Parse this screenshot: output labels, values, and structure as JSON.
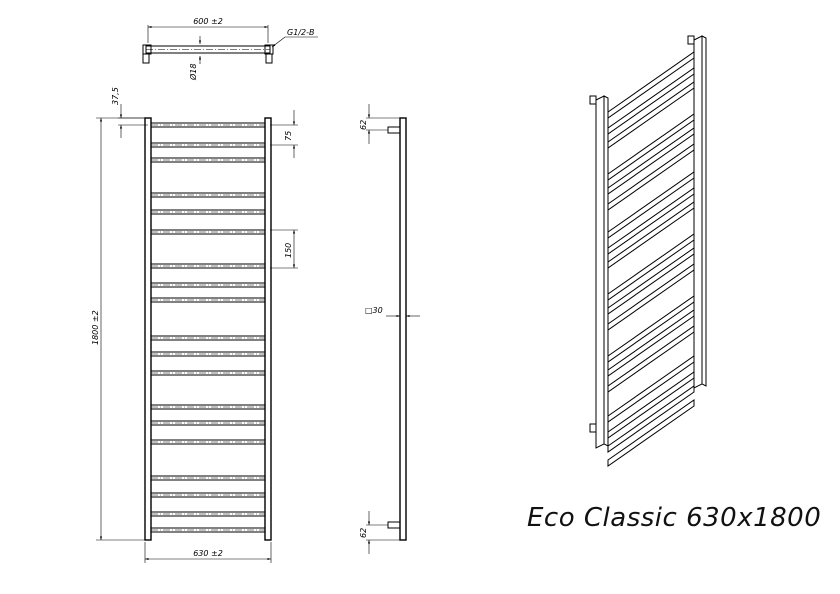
{
  "title": "Eco Classic  630x1800",
  "dimensions": {
    "top_width": "600 ±2",
    "connection": "G1/2-B",
    "pipe_diameter": "Ø18",
    "top_offset": "37,5",
    "bar_pitch_small": "75",
    "bar_pitch_large": "150",
    "total_height": "1800 ±2",
    "bottom_width": "630 ±2",
    "side_top": "62",
    "side_bottom": "62",
    "profile": "□30"
  }
}
